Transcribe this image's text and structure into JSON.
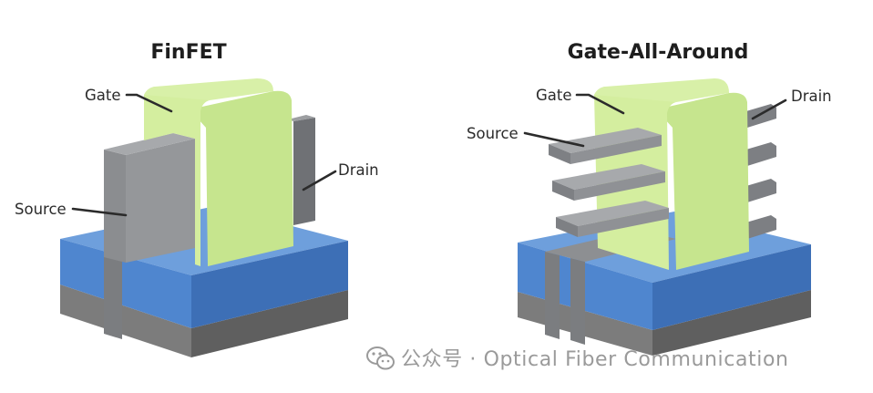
{
  "colors": {
    "substrate_top": "#6e9fdc",
    "substrate_front": "#4f86cf",
    "substrate_side": "#3d6fb6",
    "base_band": "#7c7c7c",
    "base_band_dark": "#5f5f5f",
    "fin_gray": "#8b8d90",
    "fin_gray_dark": "#686a6e",
    "fin_gray_light": "#a7a9ac",
    "gate_green": "#c6e58e",
    "gate_green_light": "#d8f0a8",
    "gate_green_dark": "#a9cf6e"
  },
  "finfet": {
    "title": "FinFET",
    "label_gate": "Gate",
    "label_source": "Source",
    "label_drain": "Drain"
  },
  "gaa": {
    "title": "Gate-All-Around",
    "label_gate": "Gate",
    "label_source": "Source",
    "label_drain": "Drain"
  },
  "watermark": {
    "icon": "wechat-icon",
    "text": "公众号 · Optical Fiber Communication"
  }
}
